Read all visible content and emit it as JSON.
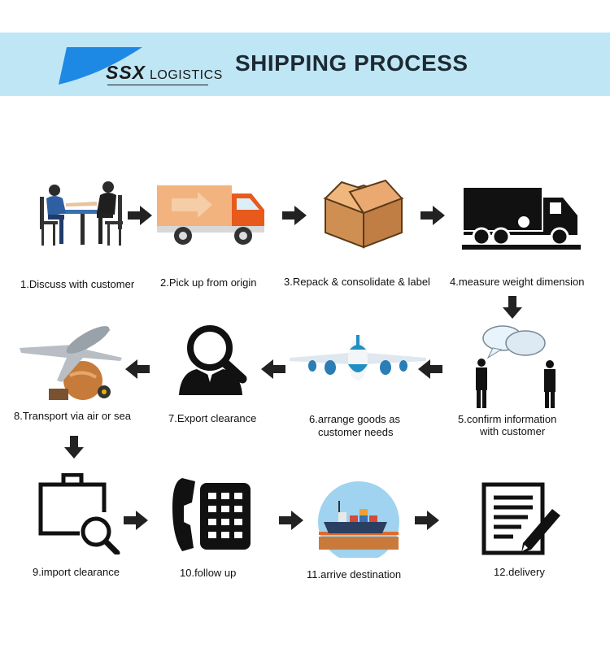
{
  "header": {
    "brand_bold": "SSX",
    "brand_rest": " LOGISTICS",
    "title": "SHIPPING PROCESS",
    "band_color": "#bfe6f5",
    "accent": "#1e88e5"
  },
  "steps": [
    {
      "label": "1.Discuss with customer",
      "icon": "meeting-icon"
    },
    {
      "label": "2.Pick up from origin",
      "icon": "delivery-truck-icon"
    },
    {
      "label": "3.Repack & consolidate & label",
      "icon": "cardboard-box-icon"
    },
    {
      "label": "4.measure weight dimension",
      "icon": "truck-scale-icon"
    },
    {
      "label": "5.confirm information",
      "label2": "with customer",
      "icon": "conversation-icon"
    },
    {
      "label": "6.arrange goods as",
      "label2": "customer needs",
      "icon": "airplane-icon"
    },
    {
      "label": "7.Export clearance",
      "icon": "customs-officer-icon"
    },
    {
      "label": "8.Transport via air or sea",
      "icon": "cargo-transport-icon"
    },
    {
      "label": "9.import clearance",
      "icon": "briefcase-search-icon"
    },
    {
      "label": "10.follow up",
      "icon": "telephone-icon"
    },
    {
      "label": "11.arrive destination",
      "icon": "container-ship-icon"
    },
    {
      "label": "12.delivery",
      "icon": "document-pen-icon"
    }
  ]
}
